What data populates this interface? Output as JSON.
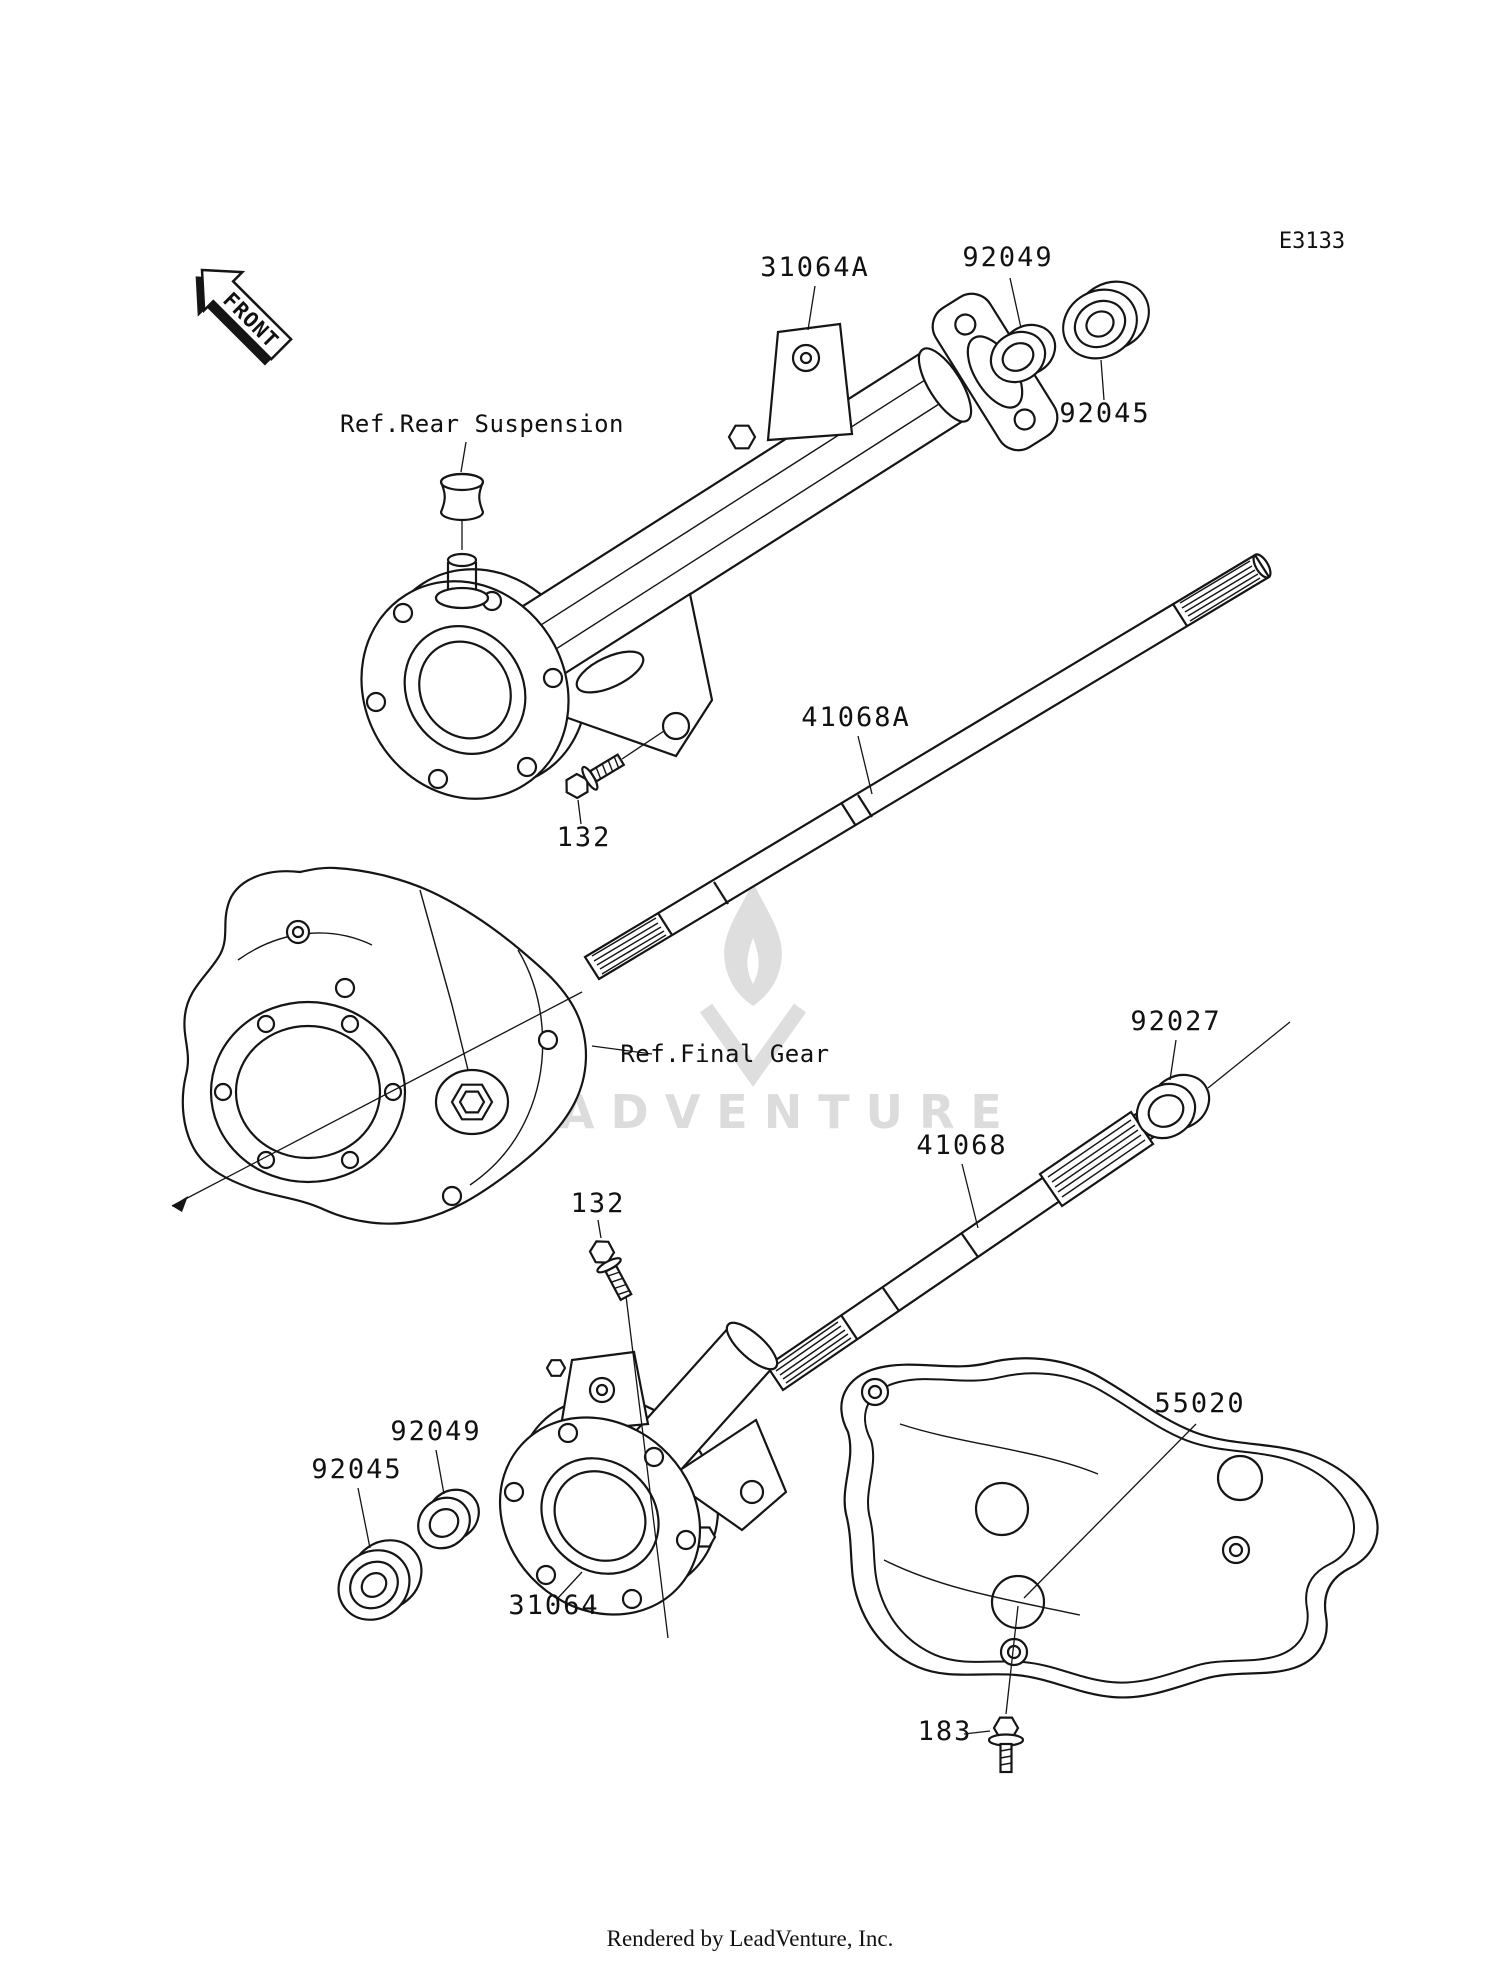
{
  "page": {
    "background_color": "#ffffff",
    "line_color": "#151515",
    "watermark_color": "#dedede",
    "diagram_code": "E3133",
    "front_label": "FRONT",
    "watermark_text": "LEADVENTURE",
    "footer_text": "Rendered by LeadVenture, Inc."
  },
  "callouts": {
    "ref_rear_suspension": "Ref.Rear Suspension",
    "ref_final_gear": "Ref.Final Gear",
    "c31064a": "31064A",
    "c92049_top": "92049",
    "c92045_top": "92045",
    "c41068a": "41068A",
    "c132_top": "132",
    "c92027": "92027",
    "c41068": "41068",
    "c132_bottom": "132",
    "c92049_bottom": "92049",
    "c92045_bottom": "92045",
    "c31064": "31064",
    "c55020": "55020",
    "c183": "183"
  }
}
